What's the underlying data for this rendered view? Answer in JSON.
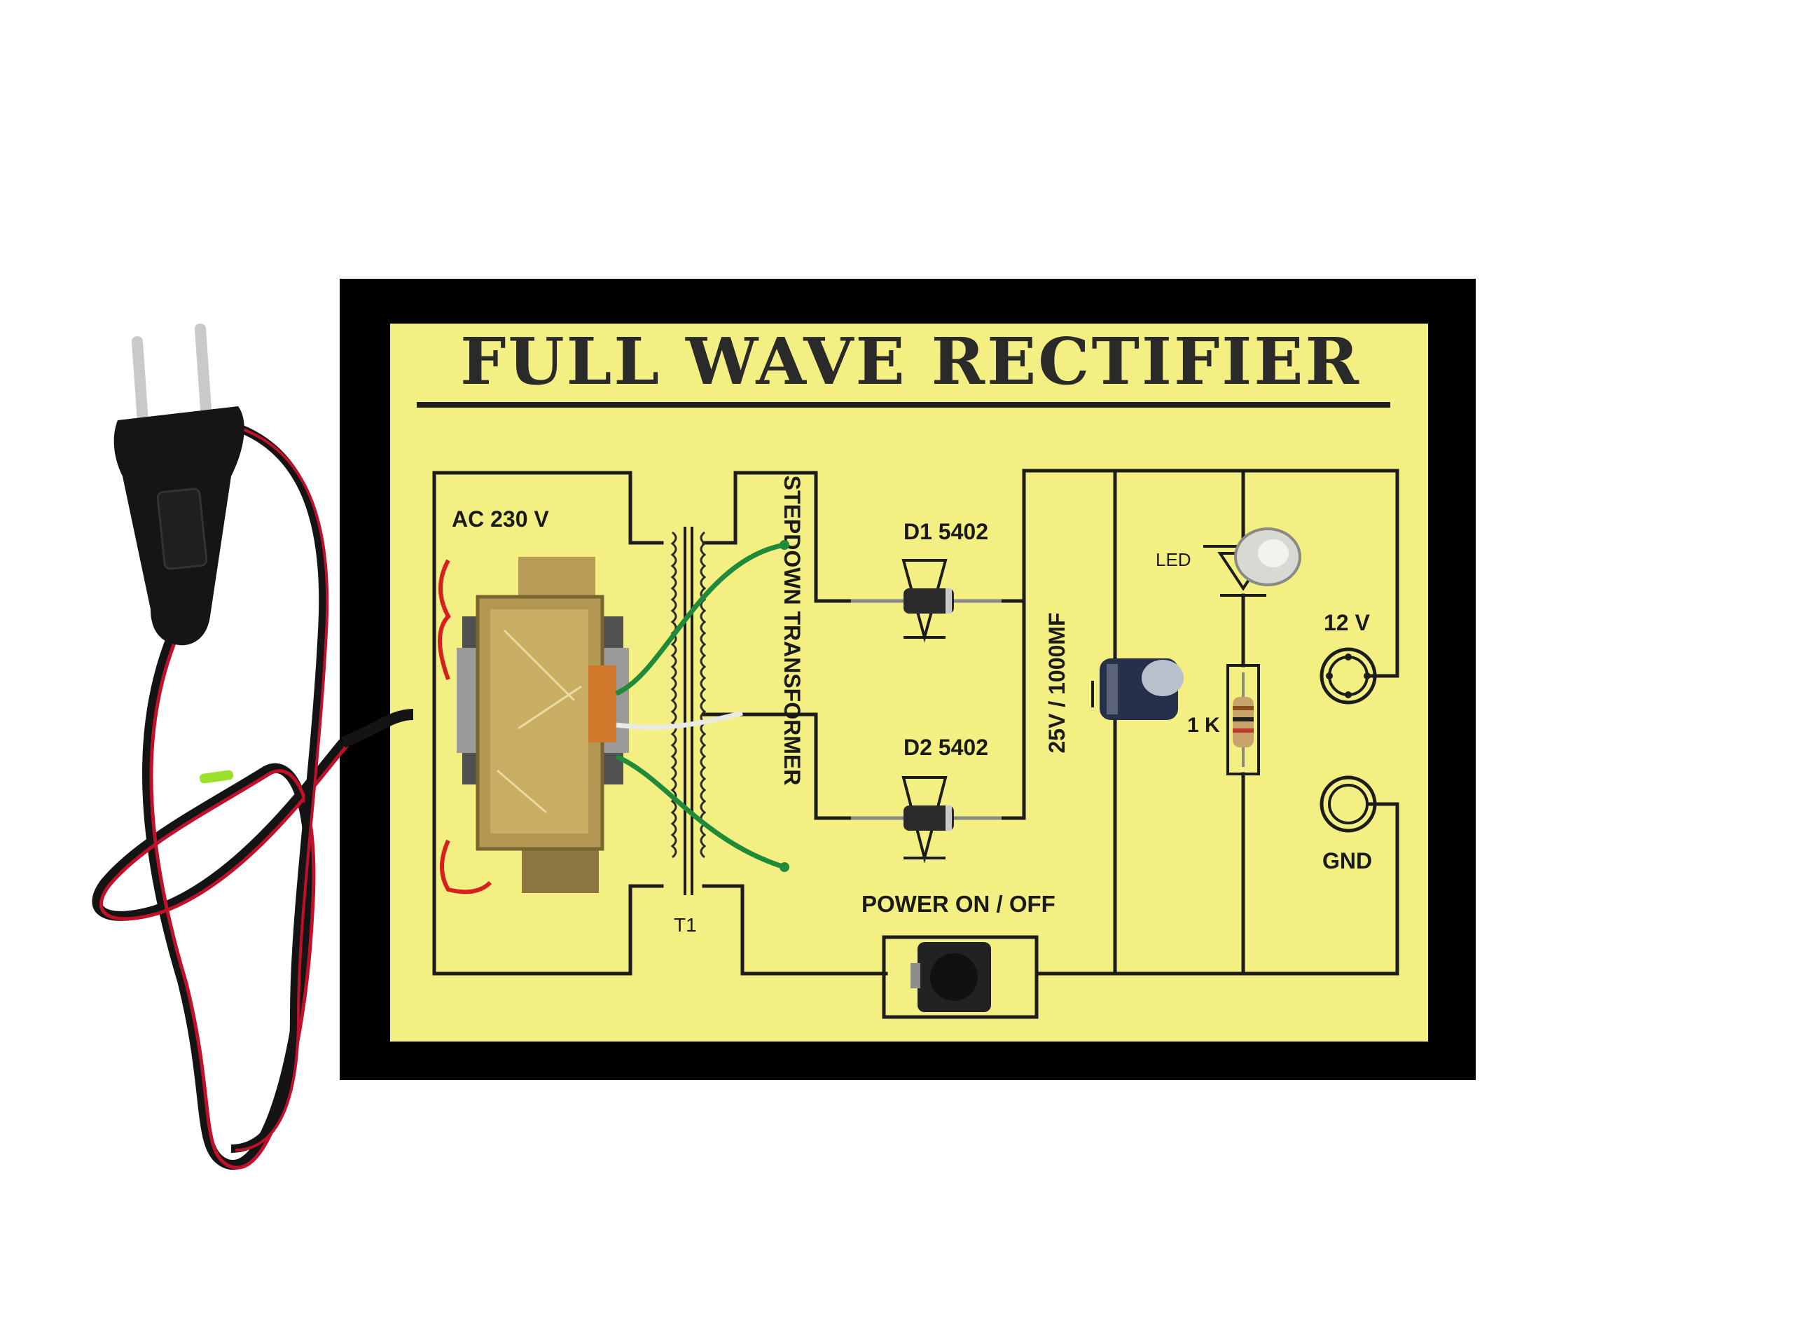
{
  "board": {
    "title": "FULL WAVE RECTIFIER",
    "colors": {
      "frame": "#000000",
      "panel": "#f4ef82",
      "ink": "#1c1c1c"
    }
  },
  "labels": {
    "ac_input": "AC 230 V",
    "transformer": "STEPDOWN TRANSFORMER",
    "transformer_ref": "T1",
    "diode1": "D1 5402",
    "diode2": "D2 5402",
    "capacitor": "25V / 1000MF",
    "led": "LED",
    "resistor": "1 K",
    "output_positive": "12 V",
    "output_ground": "GND",
    "power_switch": "POWER ON / OFF"
  },
  "icons": {
    "plug": "two-pin-mains-plug-icon",
    "cable": "red-black-power-cable",
    "transformer": "transformer-body",
    "diode": "diode-symbol-icon",
    "capacitor": "electrolytic-capacitor-icon",
    "led": "led-icon",
    "resistor": "resistor-icon",
    "terminal": "terminal-socket-icon",
    "switch": "push-button-switch-icon"
  }
}
